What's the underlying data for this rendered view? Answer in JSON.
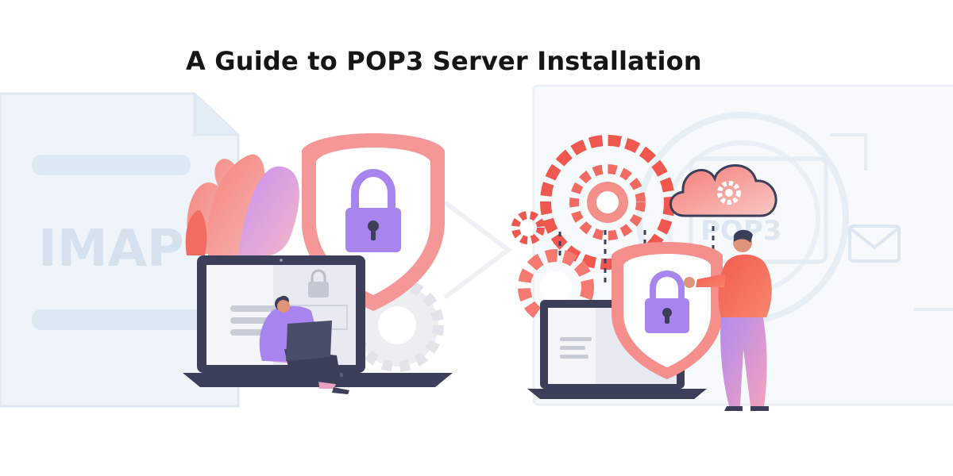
{
  "page": {
    "title": "A Guide to POP3 Server Installation"
  },
  "background": {
    "left_label": "IMAP",
    "right_label": "POP3"
  },
  "colors": {
    "accent_coral": "#f0584f",
    "accent_pink": "#f6a7a1",
    "accent_purple": "#a77ff0",
    "lock_purple": "#a884ee",
    "laptop_dark": "#3c3f5a",
    "ghost_blue": "#e9f1f8"
  },
  "icons": [
    "shield-lock-icon",
    "padlock-icon",
    "gear-icon",
    "cloud-gear-icon",
    "laptop-icon",
    "envelope-icon",
    "document-icon"
  ]
}
